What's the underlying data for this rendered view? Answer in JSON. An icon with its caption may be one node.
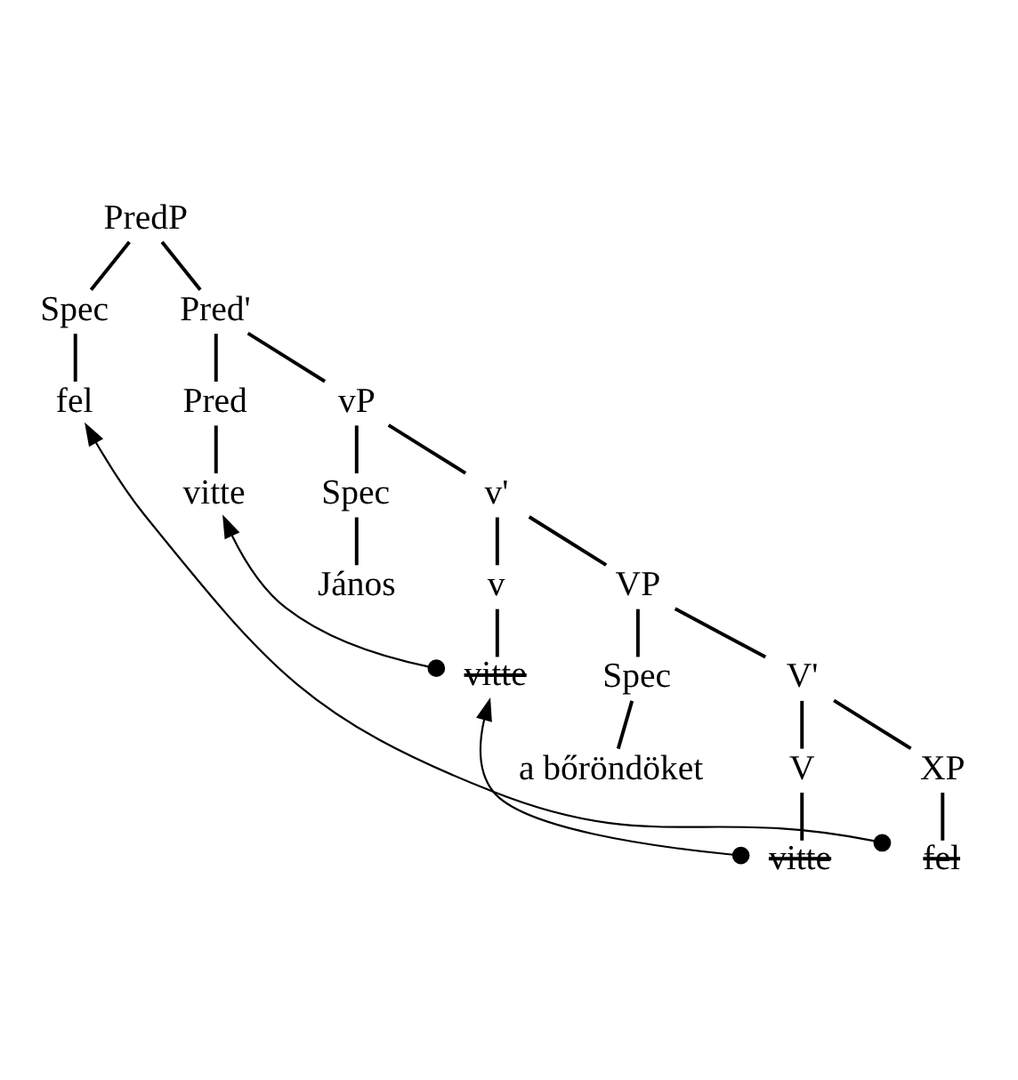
{
  "diagram": {
    "nodes": [
      {
        "text": [
          "PredP"
        ]
      },
      {
        "text": [
          "Spec"
        ]
      },
      {
        "text": [
          "Pred'"
        ]
      },
      {
        "text": [
          "fel"
        ]
      },
      {
        "text": [
          "Pred"
        ]
      },
      {
        "text": [
          "vP"
        ]
      },
      {
        "text": [
          "vitte"
        ]
      },
      {
        "text": [
          "Spec"
        ]
      },
      {
        "text": [
          "v'"
        ]
      },
      {
        "text": [
          "János"
        ]
      },
      {
        "text": [
          "v"
        ]
      },
      {
        "text": [
          "VP"
        ]
      },
      {
        "text": [
          "vitte"
        ]
      },
      {
        "text": [
          "Spec"
        ]
      },
      {
        "text": [
          "V'"
        ]
      },
      {
        "text": [
          "a bőröndöket"
        ]
      },
      {
        "text": [
          "V"
        ]
      },
      {
        "text": [
          "XP"
        ]
      },
      {
        "text": [
          "vitte"
        ]
      },
      {
        "text": [
          "fel"
        ]
      }
    ],
    "edges": [
      {
        "from": 0,
        "to": 1,
        "arrow": "none"
      },
      {
        "from": 0,
        "to": 2,
        "arrow": "none"
      },
      {
        "from": 1,
        "to": 3,
        "arrow": "none"
      },
      {
        "from": 2,
        "to": 4,
        "arrow": "none"
      },
      {
        "from": 2,
        "to": 5,
        "arrow": "none"
      },
      {
        "from": 4,
        "to": 6,
        "arrow": "none"
      },
      {
        "from": 5,
        "to": 7,
        "arrow": "none"
      },
      {
        "from": 5,
        "to": 8,
        "arrow": "none"
      },
      {
        "from": 7,
        "to": 9,
        "arrow": "none"
      },
      {
        "from": 8,
        "to": 10,
        "arrow": "none"
      },
      {
        "from": 8,
        "to": 11,
        "arrow": "none"
      },
      {
        "from": 10,
        "to": 12,
        "arrow": "none"
      },
      {
        "from": 11,
        "to": 13,
        "arrow": "none"
      },
      {
        "from": 11,
        "to": 14,
        "arrow": "none"
      },
      {
        "from": 13,
        "to": 15,
        "arrow": "none"
      },
      {
        "from": 14,
        "to": 16,
        "arrow": "none"
      },
      {
        "from": 14,
        "to": 17,
        "arrow": "none"
      },
      {
        "from": 16,
        "to": 18,
        "arrow": "none"
      },
      {
        "from": 17,
        "to": 19,
        "arrow": "none"
      },
      {
        "from": 12,
        "to": 6,
        "arrow": "to"
      },
      {
        "from": 18,
        "to": 12,
        "arrow": "to"
      },
      {
        "from": 19,
        "to": 3,
        "arrow": "to"
      }
    ]
  }
}
